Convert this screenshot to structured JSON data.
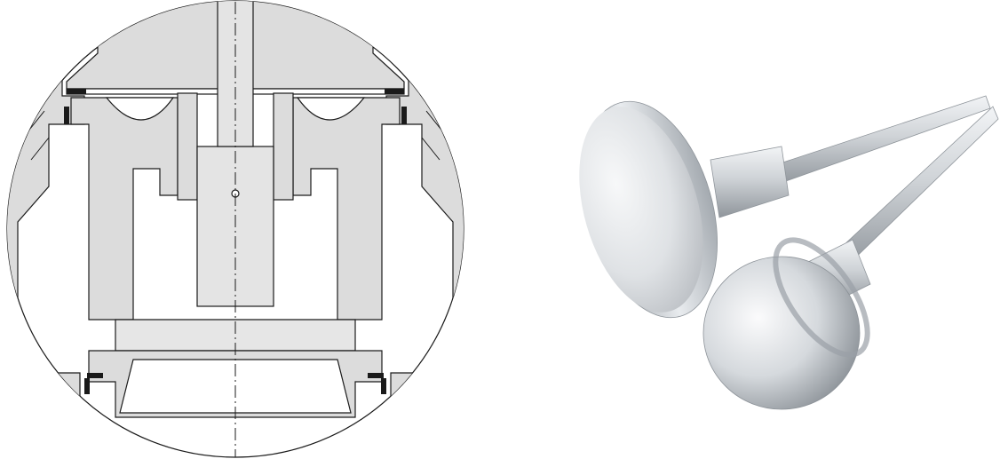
{
  "figure": {
    "panels": [
      {
        "id": "left",
        "kind": "cross-section-drawing",
        "shape": "circular-detail-view",
        "colors": {
          "fill": "#dcdcdc",
          "line": "#1a1a1a",
          "background": "#ffffff"
        }
      },
      {
        "id": "right",
        "kind": "photograph",
        "subjects": [
          "flat-disc-valve-stem",
          "spherical-plug-valve-stem"
        ],
        "colors": {
          "metal_light": "#eef0f2",
          "metal_mid": "#c9cdd2",
          "metal_dark": "#8b9096"
        }
      }
    ]
  }
}
